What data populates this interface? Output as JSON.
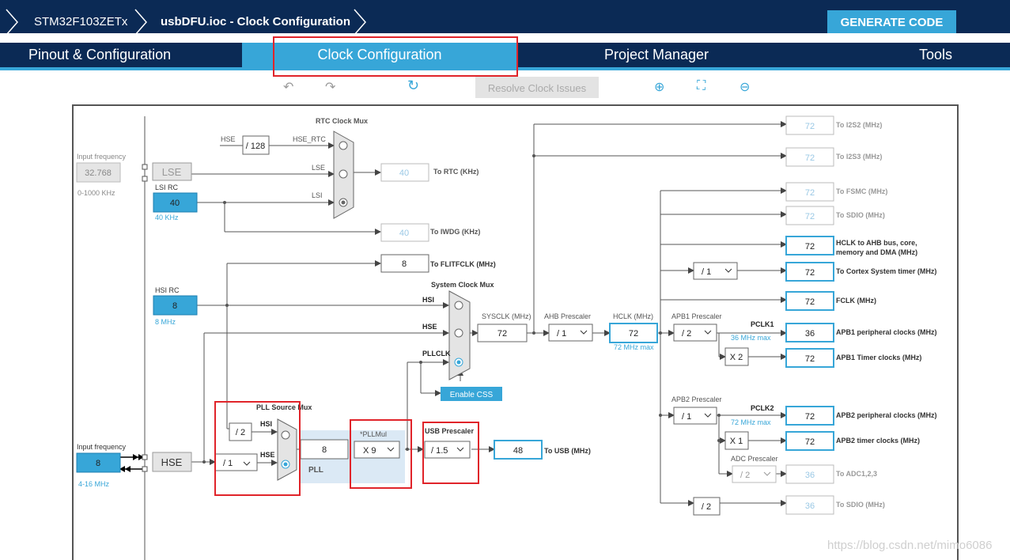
{
  "breadcrumb": {
    "items": [
      "STM32F103ZETx",
      "usbDFU.ioc - Clock Configuration"
    ]
  },
  "header": {
    "generate_label": "GENERATE CODE"
  },
  "tabs": [
    "Pinout & Configuration",
    "Clock Configuration",
    "Project Manager",
    "Tools"
  ],
  "toolbar": {
    "resolve_label": "Resolve Clock Issues",
    "icons": [
      "undo-icon",
      "redo-icon",
      "refresh-icon",
      "zoom-in-icon",
      "fit-icon",
      "zoom-out-icon"
    ]
  },
  "lse": {
    "input_label": "Input frequency",
    "value": "32.768",
    "range": "0-1000 KHz",
    "name": "LSE"
  },
  "lsi": {
    "name": "LSI RC",
    "value": "40",
    "unit": "40 KHz"
  },
  "hsi": {
    "name": "HSI RC",
    "value": "8",
    "unit": "8 MHz"
  },
  "hse": {
    "input_label": "Input frequency",
    "value": "8",
    "range": "4-16 MHz",
    "name": "HSE"
  },
  "rtc": {
    "mux_label": "RTC Clock Mux",
    "div_value": "/ 128",
    "hse_label": "HSE",
    "hse_rtc_label": "HSE_RTC",
    "lse_label": "LSE",
    "lsi_label": "LSI",
    "rtc_value": "40",
    "rtc_label": "To RTC (KHz)",
    "iwdg_value": "40",
    "iwdg_label": "To IWDG (KHz)"
  },
  "flitf": {
    "value": "8",
    "label": "To FLITFCLK (MHz)"
  },
  "sysmux": {
    "label": "System Clock Mux",
    "hsi": "HSI",
    "hse": "HSE",
    "pllclk": "PLLCLK",
    "enable_css": "Enable CSS"
  },
  "pll": {
    "source_mux_label": "PLL Source Mux",
    "hsi_label": "HSI",
    "hse_label": "HSE",
    "div2": "/ 2",
    "hse_div": "/ 1",
    "in_value": "8",
    "pll_label": "PLL",
    "mul_label": "*PLLMul",
    "mul_value": "X 9"
  },
  "usb": {
    "label": "USB Prescaler",
    "value": "/ 1.5",
    "out_value": "48",
    "out_label": "To USB (MHz)"
  },
  "sysclk": {
    "label": "SYSCLK (MHz)",
    "value": "72"
  },
  "ahb": {
    "label": "AHB Prescaler",
    "value": "/ 1"
  },
  "hclk": {
    "label": "HCLK (MHz)",
    "value": "72",
    "max": "72 MHz max"
  },
  "apb1": {
    "label": "APB1 Prescaler",
    "value": "/ 2",
    "pclk": "PCLK1",
    "max": "36 MHz max",
    "timer_mul": "X 2"
  },
  "apb2": {
    "label": "APB2 Prescaler",
    "value": "/ 1",
    "pclk": "PCLK2",
    "max": "72 MHz max",
    "timer_mul": "X 1"
  },
  "adc": {
    "label": "ADC Prescaler",
    "value": "/ 2"
  },
  "cortex_div": "/ 1",
  "sdio_div": "/ 2",
  "outputs": [
    {
      "value": "72",
      "label": "To I2S2 (MHz)",
      "enabled": false
    },
    {
      "value": "72",
      "label": "To I2S3 (MHz)",
      "enabled": false
    },
    {
      "value": "72",
      "label": "To FSMC (MHz)",
      "enabled": false
    },
    {
      "value": "72",
      "label": "To SDIO (MHz)",
      "enabled": false
    },
    {
      "value": "72",
      "label": "HCLK to AHB bus, core,",
      "label2": "memory and DMA (MHz)",
      "enabled": true
    },
    {
      "value": "72",
      "label": "To Cortex System timer (MHz)",
      "enabled": true
    },
    {
      "value": "72",
      "label": "FCLK (MHz)",
      "enabled": true
    },
    {
      "value": "36",
      "label": "APB1 peripheral clocks (MHz)",
      "enabled": true
    },
    {
      "value": "72",
      "label": "APB1 Timer clocks (MHz)",
      "enabled": true
    },
    {
      "value": "72",
      "label": "APB2 peripheral clocks (MHz)",
      "enabled": true
    },
    {
      "value": "72",
      "label": "APB2 timer clocks (MHz)",
      "enabled": true
    },
    {
      "value": "36",
      "label": "To ADC1,2,3",
      "enabled": false
    },
    {
      "value": "36",
      "label": "To SDIO (MHz)",
      "enabled": false
    }
  ],
  "watermark": "https://blog.csdn.net/mimo6086",
  "colors": {
    "navy": "#0b2a55",
    "accent": "#37a6d8",
    "highlight": "#e0242a"
  }
}
